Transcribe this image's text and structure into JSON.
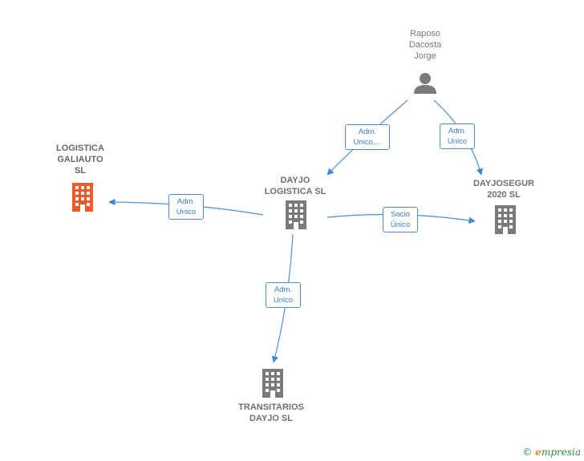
{
  "nodes": {
    "raposo": {
      "label": "Raposo\nDacosta\nJorge"
    },
    "dayjo_logistica": {
      "label": "DAYJO\nLOGISTICA SL"
    },
    "logistica_galiauto": {
      "label": "LOGISTICA\nGALIAUTO\nSL"
    },
    "dayjosegur": {
      "label": "DAYJOSEGUR\n2020  SL"
    },
    "transitarios": {
      "label": "TRANSITARIOS\nDAYJO  SL"
    }
  },
  "edges": {
    "raposo_to_dayjo": {
      "label": "Adm.\nUnico,..."
    },
    "raposo_to_dayjosegur": {
      "label": "Adm.\nUnico"
    },
    "dayjo_to_galiauto": {
      "label": "Adm.\nUnico"
    },
    "dayjo_to_dayjosegur": {
      "label": "Socio\nÚnico"
    },
    "dayjo_to_transitarios": {
      "label": "Adm.\nUnico"
    }
  },
  "colors": {
    "edge": "#4a90d9",
    "building": "#7a7a7a",
    "building_accent": "#f05a28",
    "person": "#7a7a7a"
  },
  "icons": {
    "person": "person-icon",
    "building": "building-icon"
  },
  "footer": {
    "copyright": "©",
    "brand_first": "e",
    "brand_rest": "mpresia"
  }
}
